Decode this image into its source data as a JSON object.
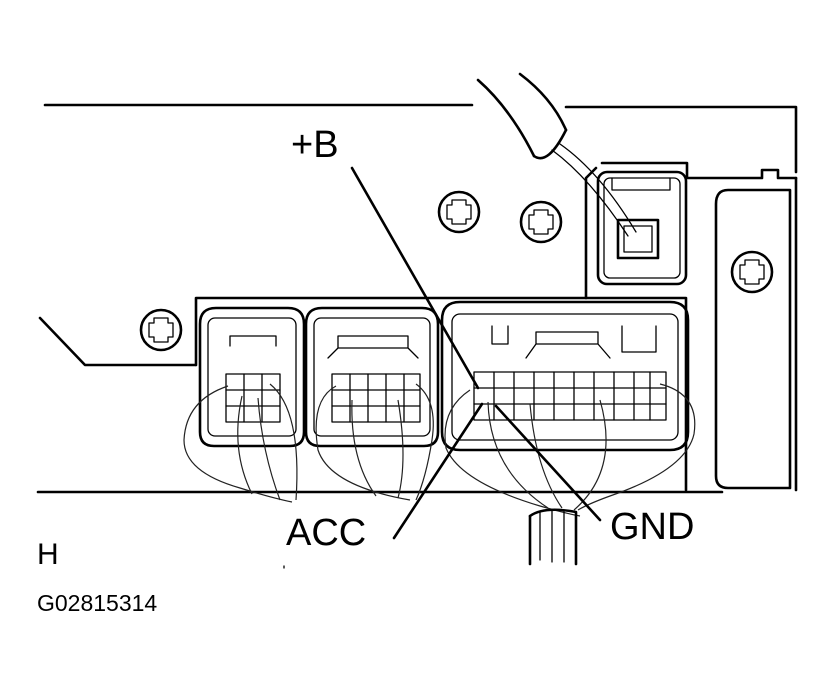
{
  "labels": {
    "plus_b": "+B",
    "acc": "ACC",
    "gnd": "GND",
    "view": "H",
    "figure_code": "G02815314"
  }
}
